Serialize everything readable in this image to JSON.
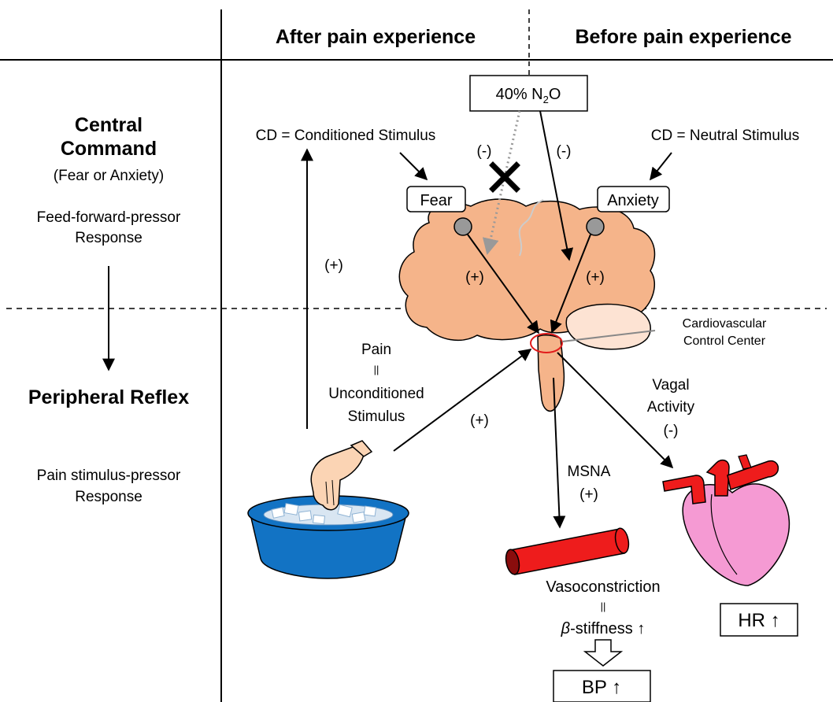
{
  "columns": {
    "after": "After pain experience",
    "before": "Before pain experience"
  },
  "left_panel": {
    "central_title_1": "Central",
    "central_title_2": "Command",
    "central_sub": "(Fear or Anxiety)",
    "feedforward_1": "Feed-forward-pressor",
    "feedforward_2": "Response",
    "peripheral_title": "Peripheral Reflex",
    "pain_resp_1": "Pain stimulus-pressor",
    "pain_resp_2": "Response"
  },
  "n2o": {
    "prefix": "40% N",
    "sub": "2",
    "suffix": "O"
  },
  "cd_conditioned": "CD = Conditioned Stimulus",
  "cd_neutral": "CD = Neutral Stimulus",
  "fear": "Fear",
  "anxiety": "Anxiety",
  "minus": "(-)",
  "plus": "(+)",
  "pain_block": {
    "line1": "Pain",
    "line2": "||",
    "line3": "Unconditioned",
    "line4": "Stimulus"
  },
  "cv_center": {
    "line1": "Cardiovascular",
    "line2": "Control Center"
  },
  "vagal": {
    "line1": "Vagal",
    "line2": "Activity",
    "line3": "(-)"
  },
  "msna": {
    "line1": "MSNA",
    "line2": "(+)"
  },
  "vasoconstriction": "Vasoconstriction",
  "equals_vertical": "||",
  "beta_stiffness": {
    "beta": "β",
    "rest": "-stiffness ↑"
  },
  "bp": "BP ↑",
  "hr": "HR ↑",
  "colors": {
    "brain": "#f5b48a",
    "cerebellum": "#fde3d3",
    "bowl": "#1273c4",
    "vessel": "#ee1c1c",
    "heart": "#f59ad3",
    "hand": "#fbd4b4",
    "control_center": "#e11b1b"
  }
}
